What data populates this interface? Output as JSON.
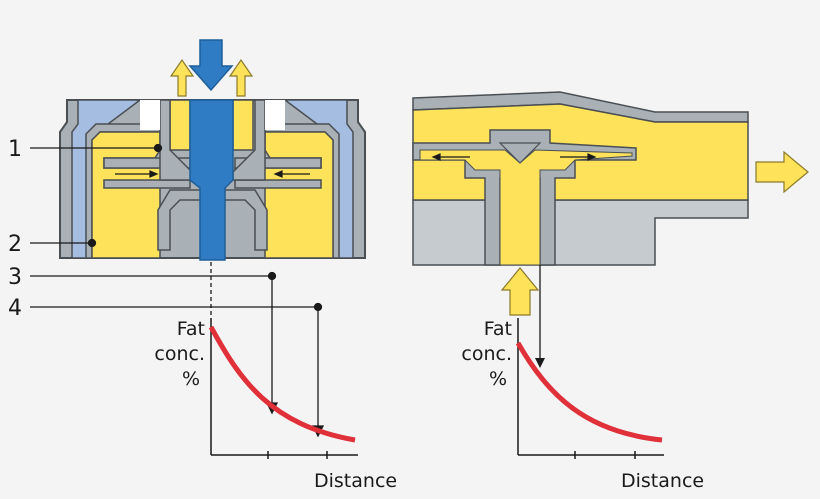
{
  "callouts": [
    {
      "number": "1"
    },
    {
      "number": "2"
    },
    {
      "number": "3"
    },
    {
      "number": "4"
    }
  ],
  "left_graph": {
    "ylabel_line1": "Fat",
    "ylabel_line2": "conc.",
    "ylabel_line3": "%",
    "xlabel": "Distance"
  },
  "right_graph": {
    "ylabel_line1": "Fat",
    "ylabel_line2": "conc.",
    "ylabel_line3": "%",
    "xlabel": "Distance"
  },
  "colors": {
    "background": "#f4f4f4",
    "milk_yellow": "#fde25a",
    "steel_gray": "#a9b1b6",
    "steel_light": "#c5cbce",
    "outline": "#4a4f53",
    "water_blue": "#a4bde0",
    "inlet_blue": "#2f7cc4",
    "flow_arrow_yellow": "#fde25a",
    "curve_red": "#e0303a"
  }
}
